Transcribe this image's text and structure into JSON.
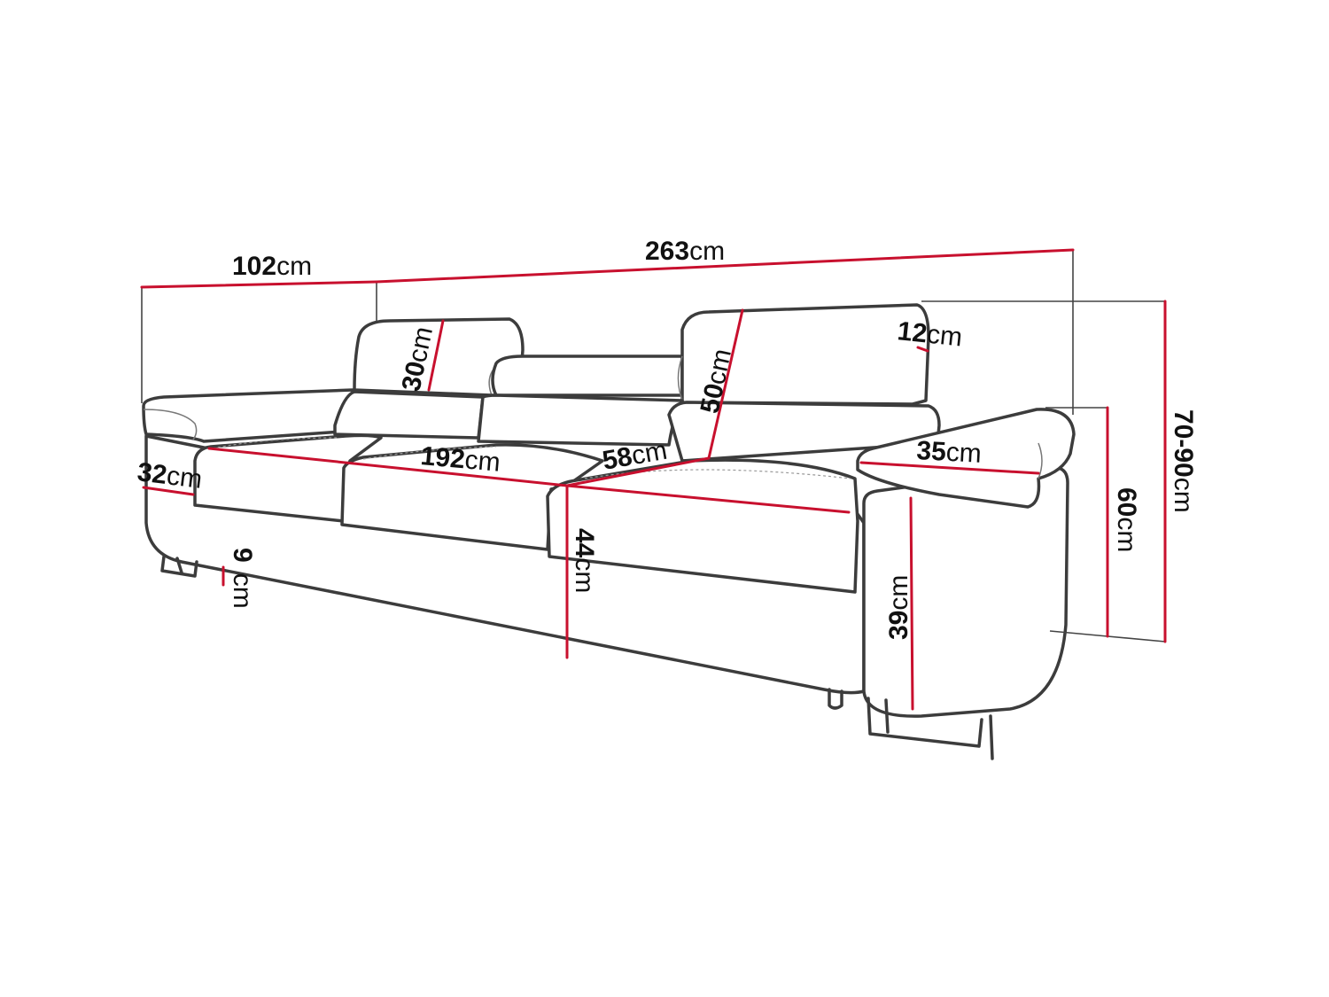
{
  "colors": {
    "dimension_line": "#c8102e",
    "outline": "#3c3c3c",
    "background": "#ffffff"
  },
  "dimensions": {
    "total_depth": {
      "value": "102",
      "unit": "cm"
    },
    "total_width": {
      "value": "263",
      "unit": "cm"
    },
    "headrest_height": {
      "value": "30",
      "unit": "cm"
    },
    "backrest_height": {
      "value": "50",
      "unit": "cm"
    },
    "headrest_depth": {
      "value": "12",
      "unit": "cm"
    },
    "total_height": {
      "value": "70-90",
      "unit": "cm"
    },
    "back_height": {
      "value": "60",
      "unit": "cm"
    },
    "armrest_width": {
      "value": "35",
      "unit": "cm"
    },
    "seat_width": {
      "value": "192",
      "unit": "cm"
    },
    "seat_depth": {
      "value": "58",
      "unit": "cm"
    },
    "armrest_height_side": {
      "value": "32",
      "unit": "cm"
    },
    "leg_height": {
      "value": "9",
      "unit": "cm"
    },
    "seat_height": {
      "value": "44",
      "unit": "cm"
    },
    "arm_height": {
      "value": "39",
      "unit": "cm"
    }
  }
}
